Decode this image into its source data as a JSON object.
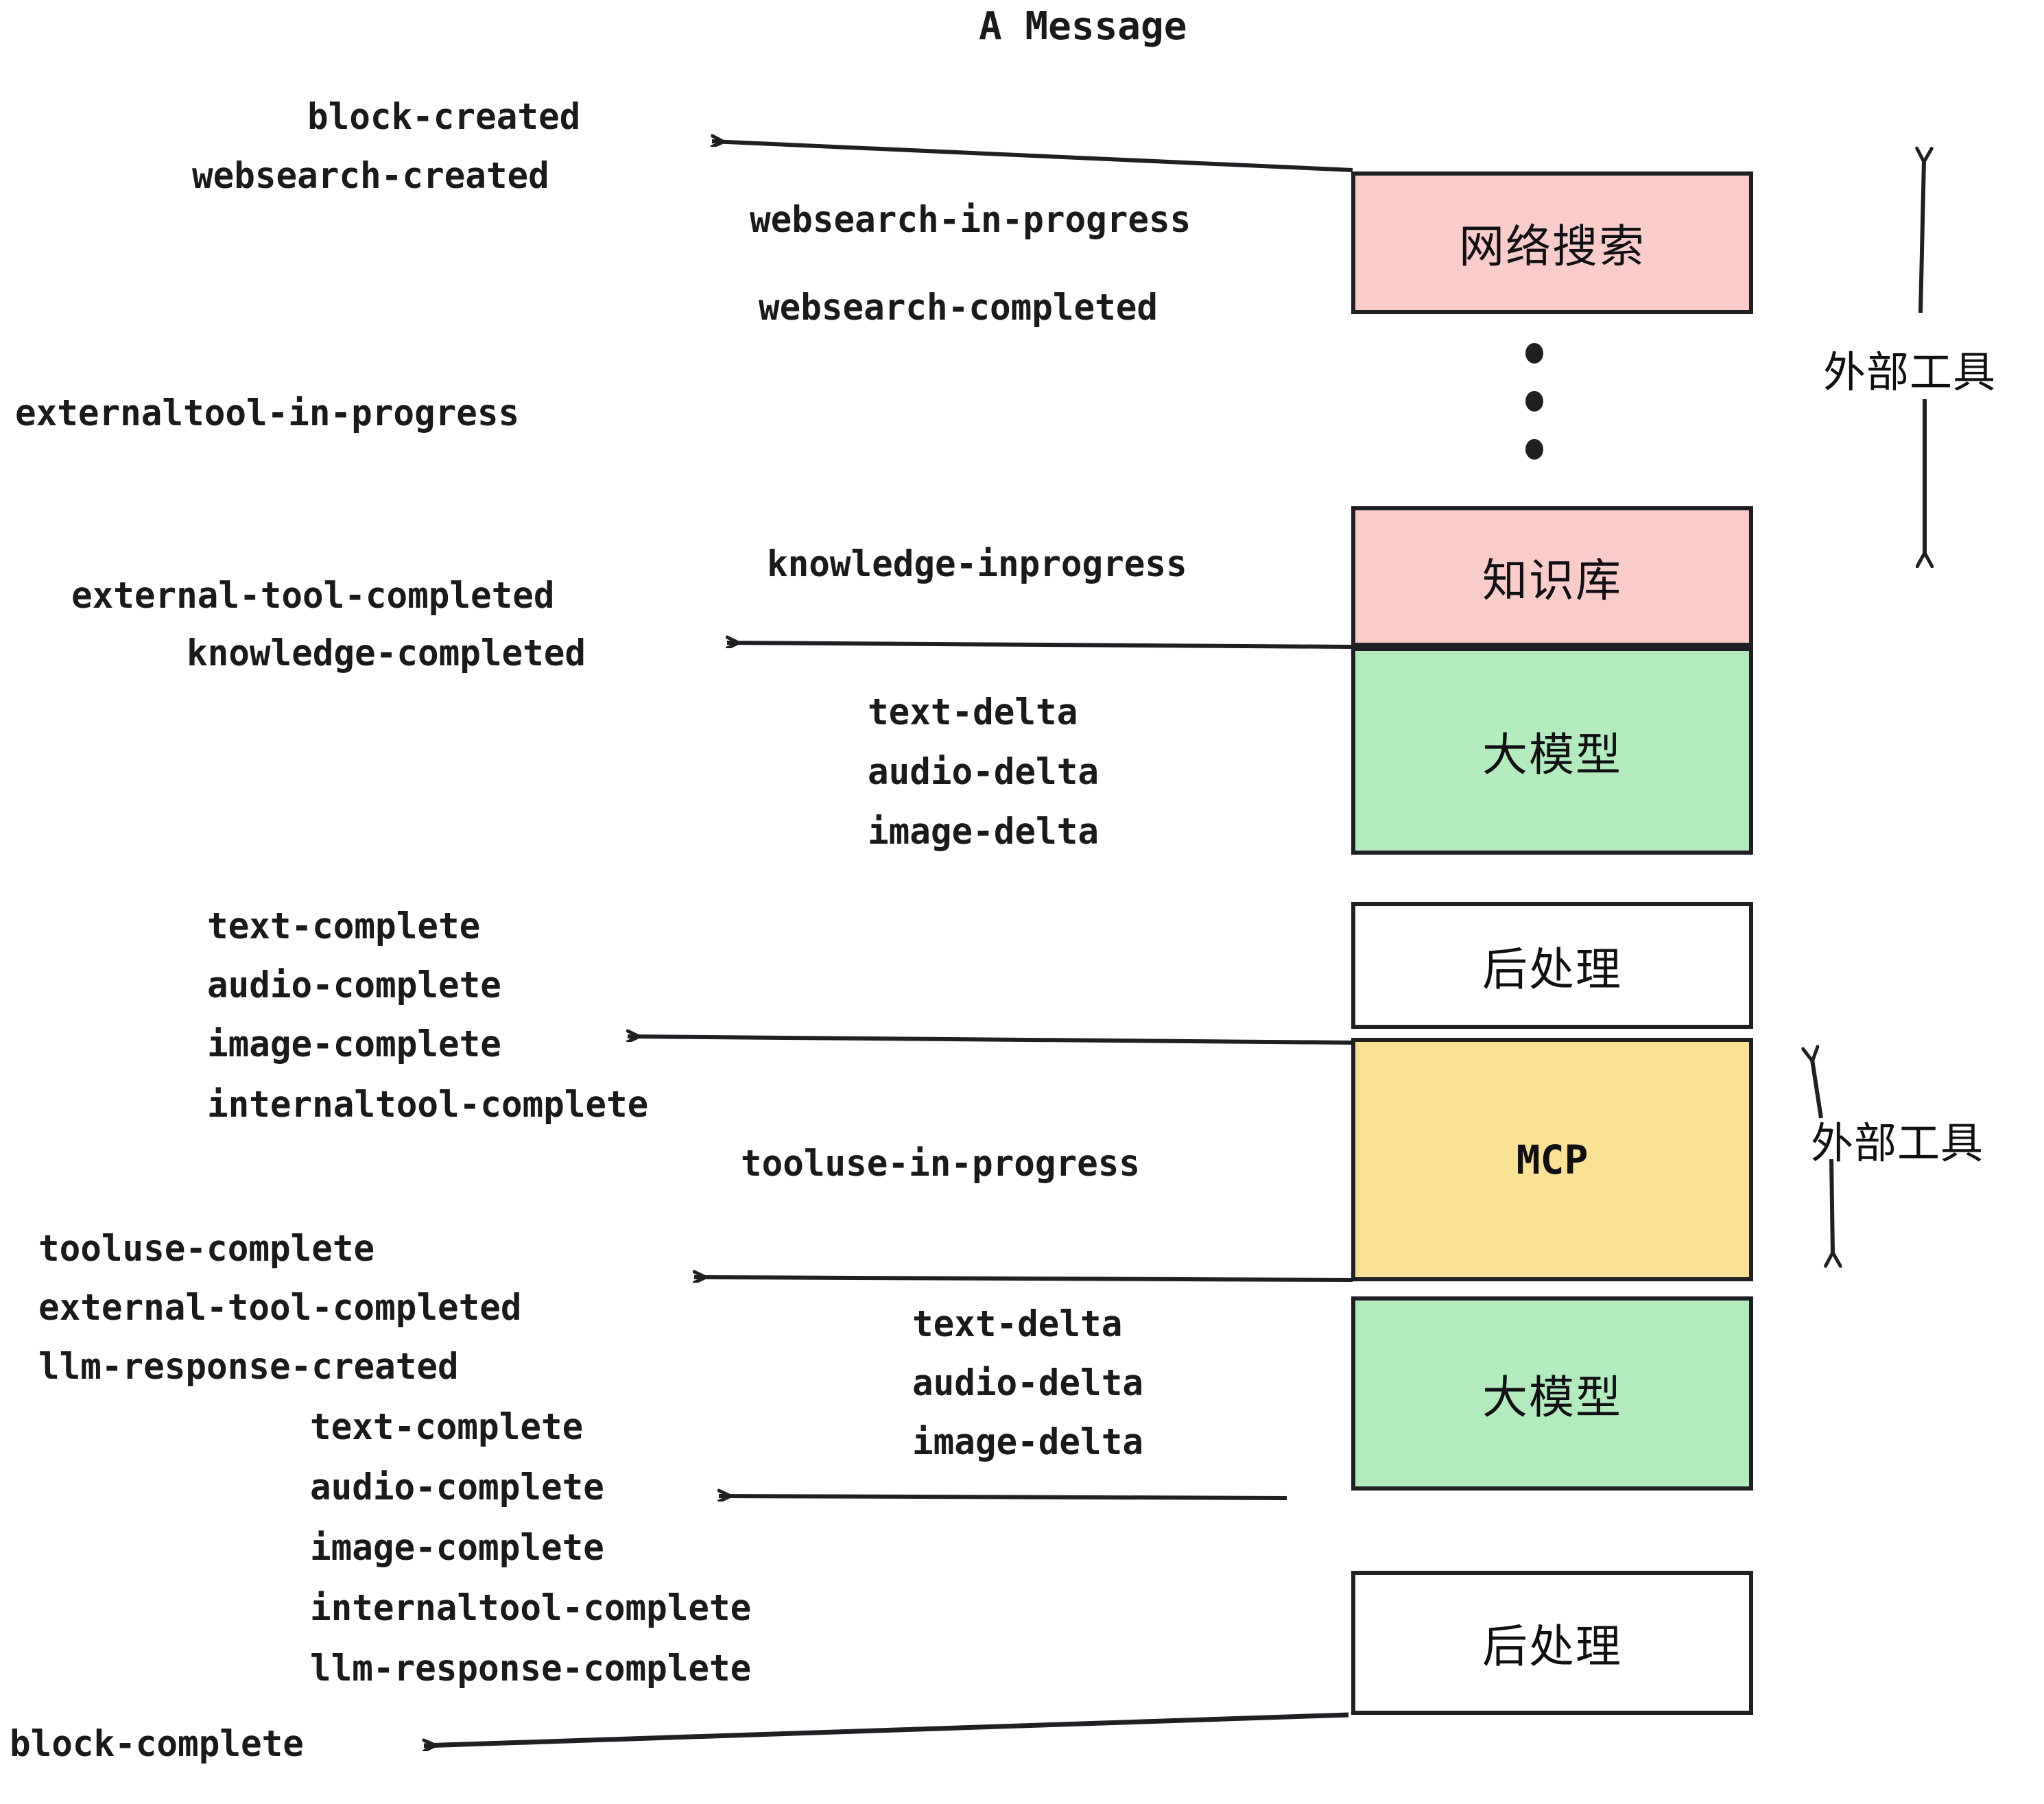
{
  "title": "A Message",
  "events": {
    "block_created": "block-created",
    "websearch_created": "websearch-created",
    "websearch_in_progress": "websearch-in-progress",
    "websearch_completed": "websearch-completed",
    "externaltool_in_progress": "externaltool-in-progress",
    "knowledge_inprogress": "knowledge-inprogress",
    "external_tool_completed_1": "external-tool-completed",
    "knowledge_completed": "knowledge-completed",
    "text_delta_1": "text-delta",
    "audio_delta_1": "audio-delta",
    "image_delta_1": "image-delta",
    "text_complete_1": "text-complete",
    "audio_complete_1": "audio-complete",
    "image_complete_1": "image-complete",
    "internaltool_complete_1": "internaltool-complete",
    "tooluse_in_progress": "tooluse-in-progress",
    "tooluse_complete": "tooluse-complete",
    "external_tool_completed_2": "external-tool-completed",
    "llm_response_created": "llm-response-created",
    "text_delta_2": "text-delta",
    "audio_delta_2": "audio-delta",
    "image_delta_2": "image-delta",
    "text_complete_2": "text-complete",
    "audio_complete_2": "audio-complete",
    "image_complete_2": "image-complete",
    "internaltool_complete_2": "internaltool-complete",
    "llm_response_complete": "llm-response-complete",
    "block_complete": "block-complete"
  },
  "nodes": {
    "websearch": "网络搜索",
    "knowledge": "知识库",
    "llm_1": "大模型",
    "postprocess_1": "后处理",
    "mcp": "MCP",
    "llm_2": "大模型",
    "postprocess_2": "后处理"
  },
  "side_labels": {
    "external_tools_top": "外部工具",
    "external_tools_bottom": "外部工具"
  },
  "colors": {
    "pink": "#f9ccca",
    "green": "#b2ecbd",
    "yellow": "#fae294",
    "white": "#ffffff",
    "stroke": "#1f1f24",
    "text": "#1a1a1a"
  },
  "ellipsis_dots": 3
}
